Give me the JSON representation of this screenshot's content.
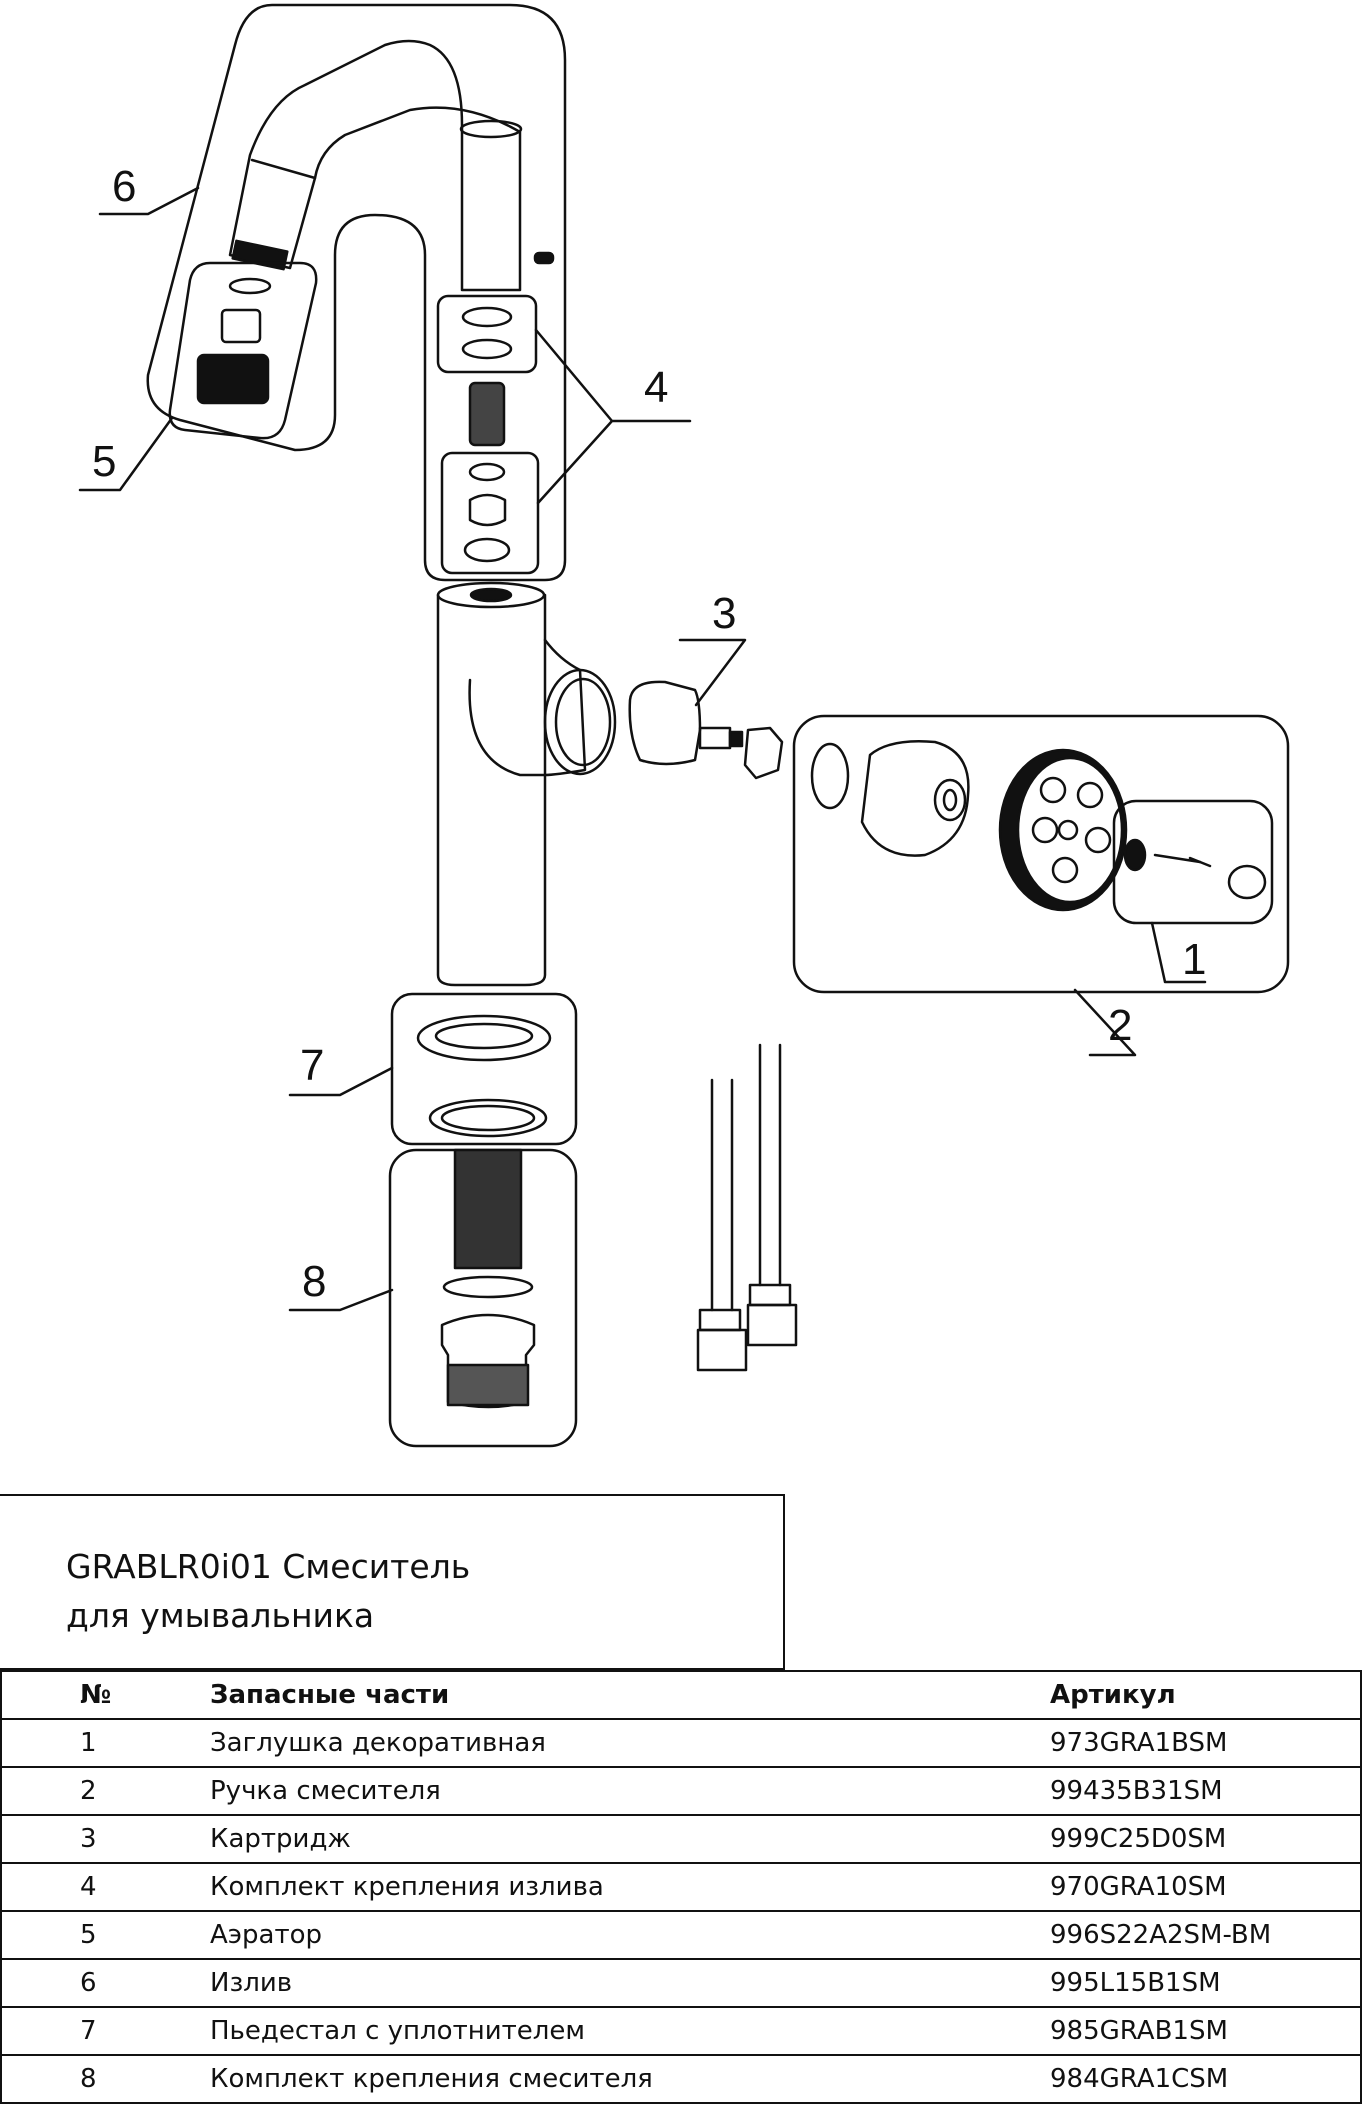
{
  "title": {
    "line1": "GRABLR0i01 Смеситель",
    "line2": "для умывальника"
  },
  "callouts": [
    "1",
    "2",
    "3",
    "4",
    "5",
    "6",
    "7",
    "8"
  ],
  "table": {
    "headers": {
      "num": "№",
      "name": "Запасные части",
      "code": "Артикул"
    },
    "rows": [
      {
        "num": "1",
        "name": "Заглушка декоративная",
        "code": "973GRA1BSM"
      },
      {
        "num": "2",
        "name": "Ручка смесителя",
        "code": "99435B31SM"
      },
      {
        "num": "3",
        "name": "Картридж",
        "code": "999C25D0SM"
      },
      {
        "num": "4",
        "name": "Комплект крепления излива",
        "code": "970GRA10SM"
      },
      {
        "num": "5",
        "name": "Аэратор",
        "code": "996S22A2SM-BM"
      },
      {
        "num": "6",
        "name": "Излив",
        "code": "995L15B1SM"
      },
      {
        "num": "7",
        "name": "Пьедестал с уплотнителем",
        "code": "985GRAB1SM"
      },
      {
        "num": "8",
        "name": "Комплект крепления смесителя",
        "code": "984GRA1CSM"
      }
    ]
  },
  "colors": {
    "line": "#111111",
    "background": "#ffffff"
  }
}
